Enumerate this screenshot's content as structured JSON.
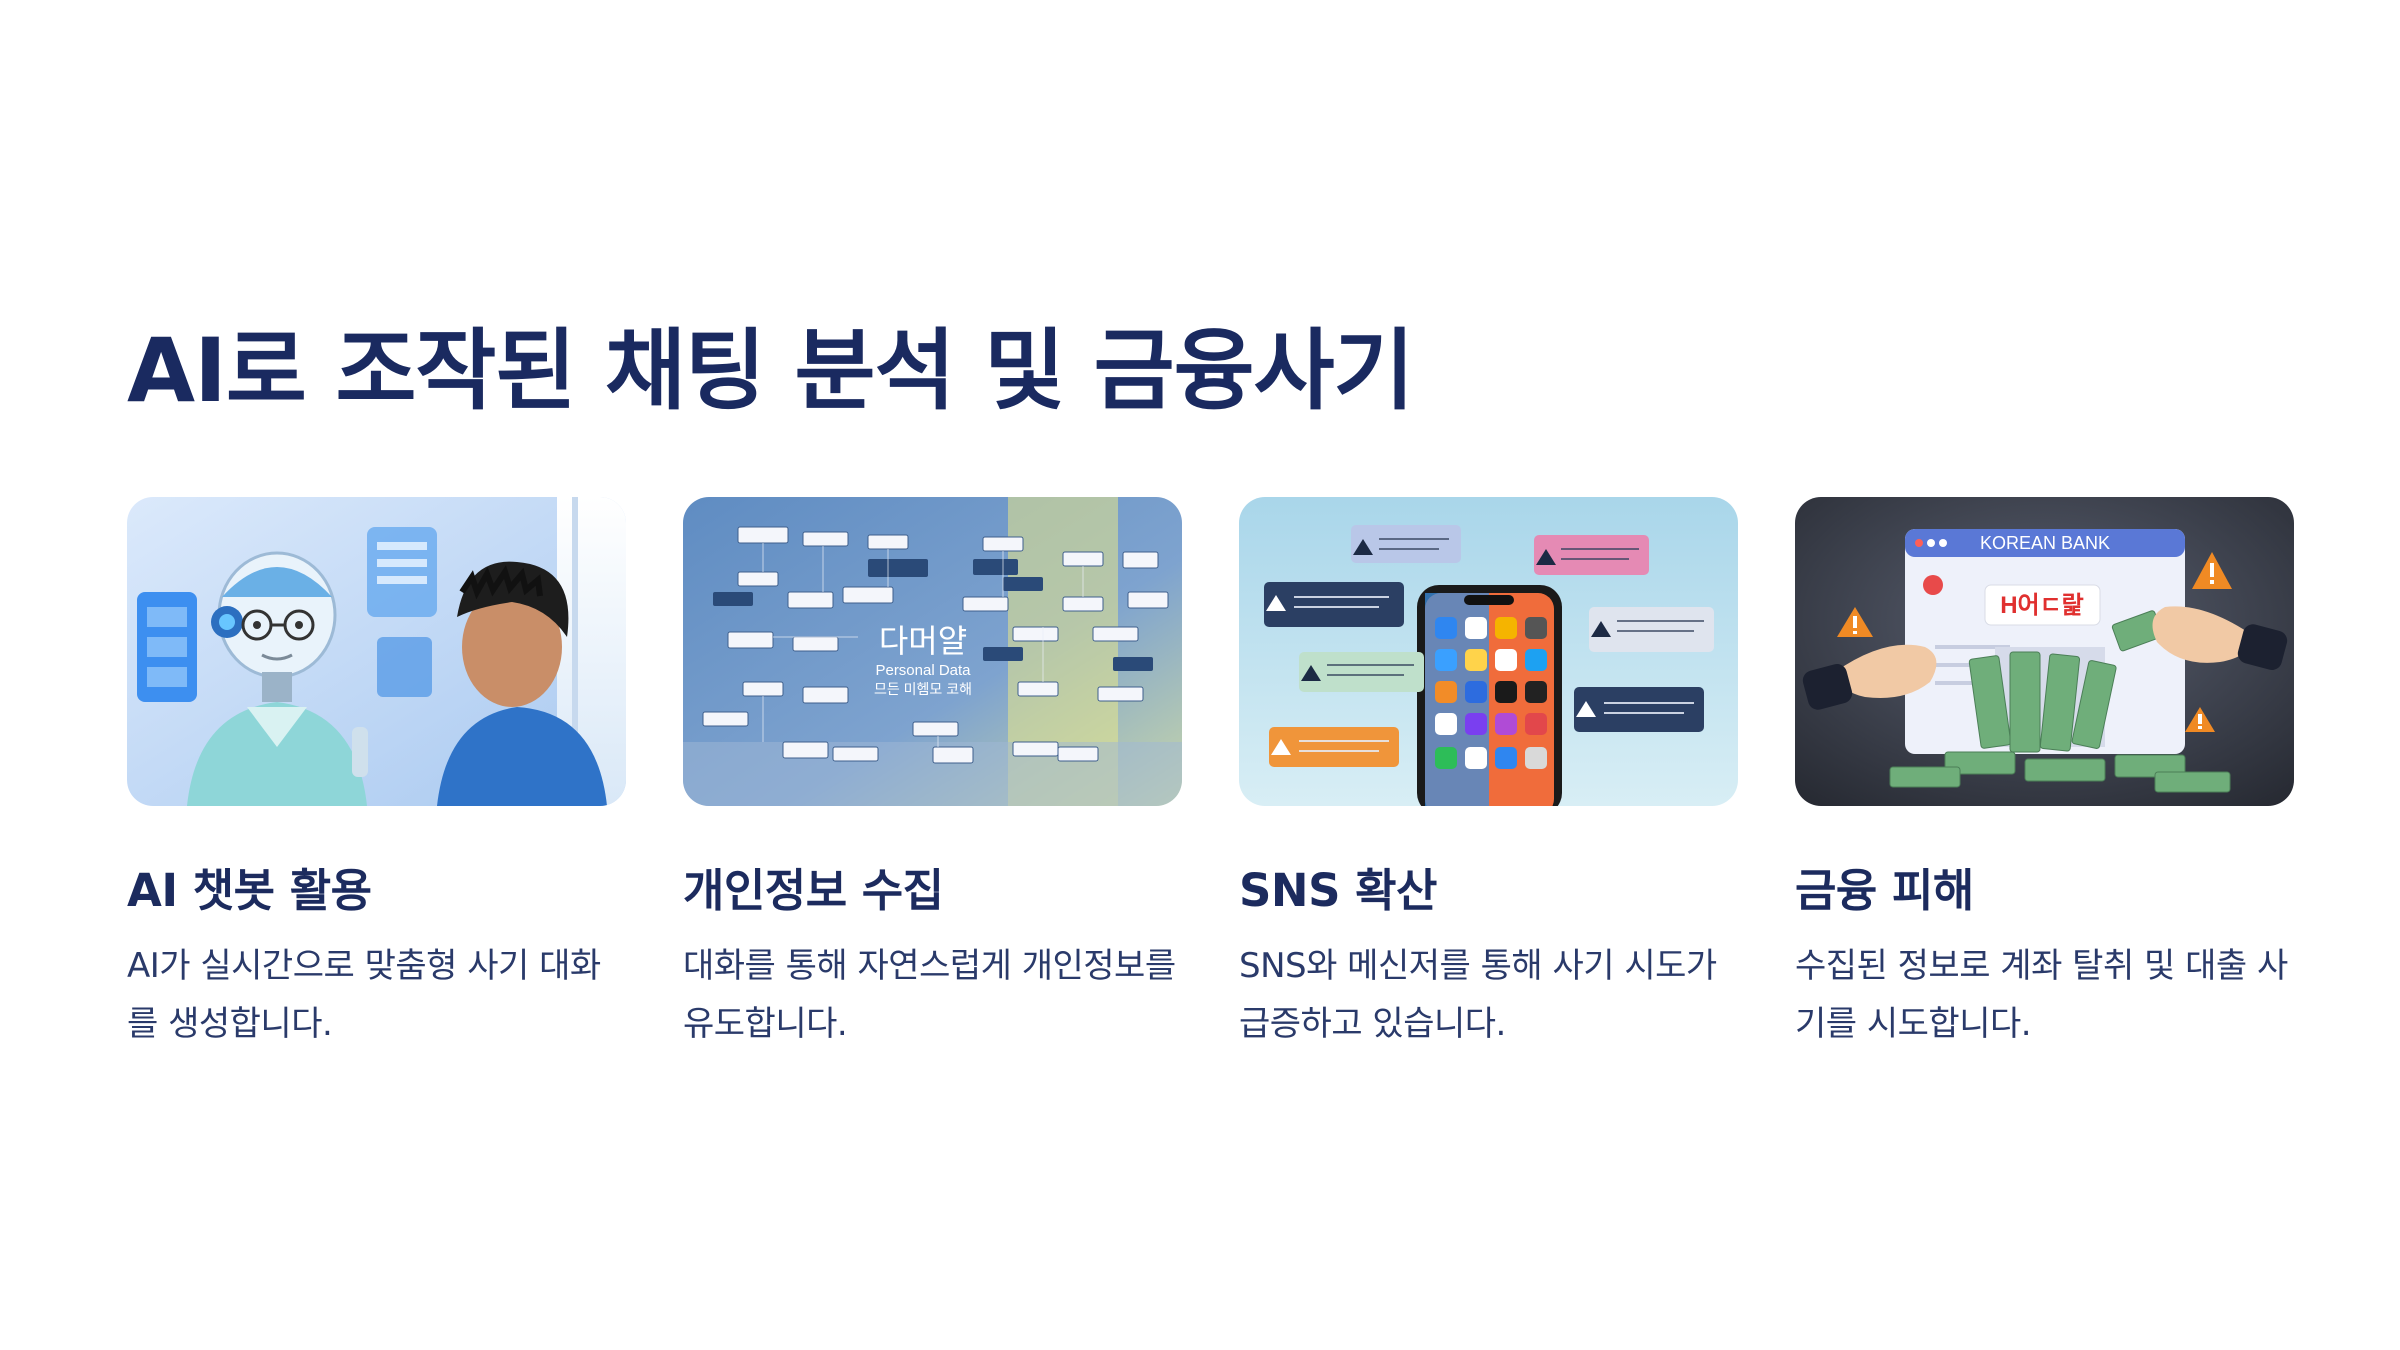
{
  "slide": {
    "title": "AI로 조작된 채팅 분석 및 금융사기"
  },
  "cards": [
    {
      "title": "AI 챗봇 활용",
      "desc": "AI가 실시간으로 맞춤형 사기 대화를 생성합니다.",
      "image_icon": "robot-talking-to-person-illustration"
    },
    {
      "title": "개인정보 수집",
      "desc": "대화를 통해 자연스럽게 개인정보를 유도합니다.",
      "image_icon": "personal-data-network-illustration",
      "image_caption_main": "다머얄",
      "image_caption_sub": "Personal Data",
      "image_caption_sub2": "므든 미헴모 코해"
    },
    {
      "title": "SNS 확산",
      "desc": "SNS와 메신저를 통해 사기 시도가 급증하고 있습니다.",
      "image_icon": "smartphone-scam-messages-illustration"
    },
    {
      "title": "금융 피해",
      "desc": "수집된 정보로 계좌 탈취 및 대출 사기를 시도합니다.",
      "image_icon": "bank-money-theft-illustration",
      "image_bank_label": "KOREAN BANK",
      "image_sign_label": "H어ㄷ랉"
    }
  ],
  "colors": {
    "title": "#1a2a60",
    "text": "#2a3a6a",
    "accent_blue": "#2f7fd6",
    "warning_orange": "#f08a24",
    "money_green": "#6fae7a"
  }
}
